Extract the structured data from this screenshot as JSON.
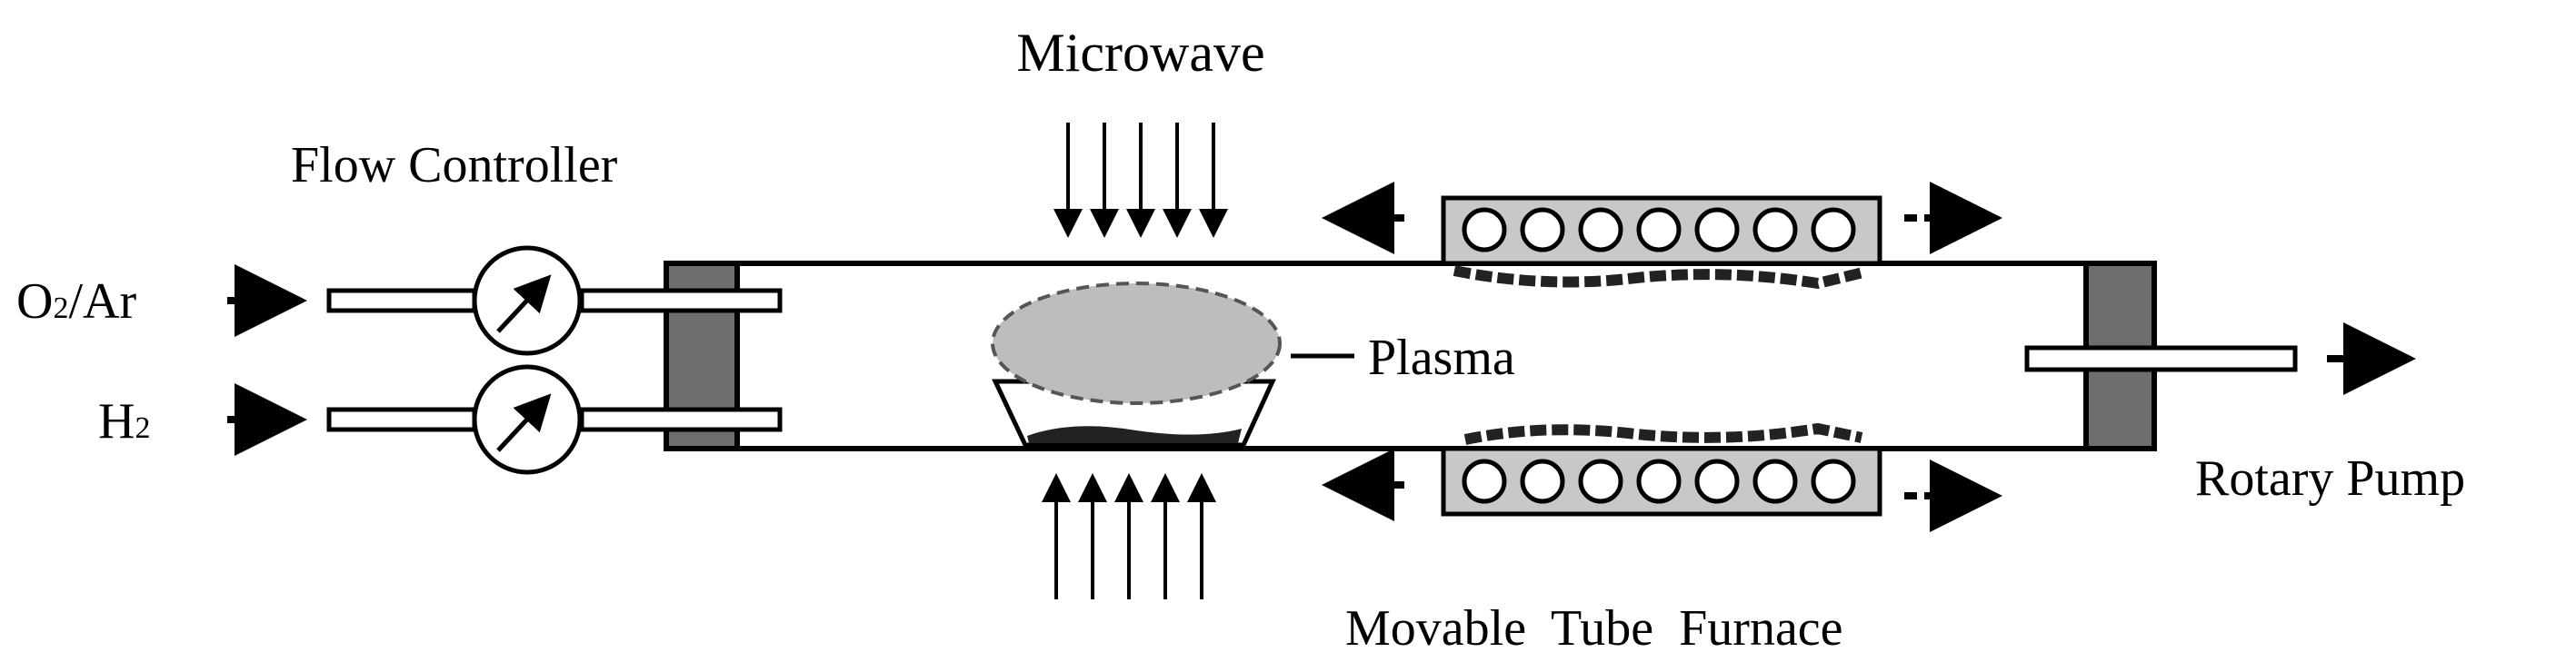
{
  "labels": {
    "microwave": "Microwave",
    "flow_controller": "Flow Controller",
    "o2_ar_prefix": "O",
    "o2_ar_sub": "2",
    "o2_ar_suffix": "/Ar",
    "h2_prefix": "H",
    "h2_sub": "2",
    "plasma": "Plasma",
    "rotary_pump": "Rotary Pump",
    "movable_tube_furnace": "Movable  Tube  Furnace"
  },
  "colors": {
    "line": "#000000",
    "background": "#ffffff",
    "flange": "#6e6e6e",
    "furnace": "#c8c8c8",
    "plasma": "#bdbdbd"
  },
  "icons": {
    "gauge": "gauge-icon",
    "arrow": "arrow-icon",
    "heating_coil": "heating-coil-icon"
  }
}
